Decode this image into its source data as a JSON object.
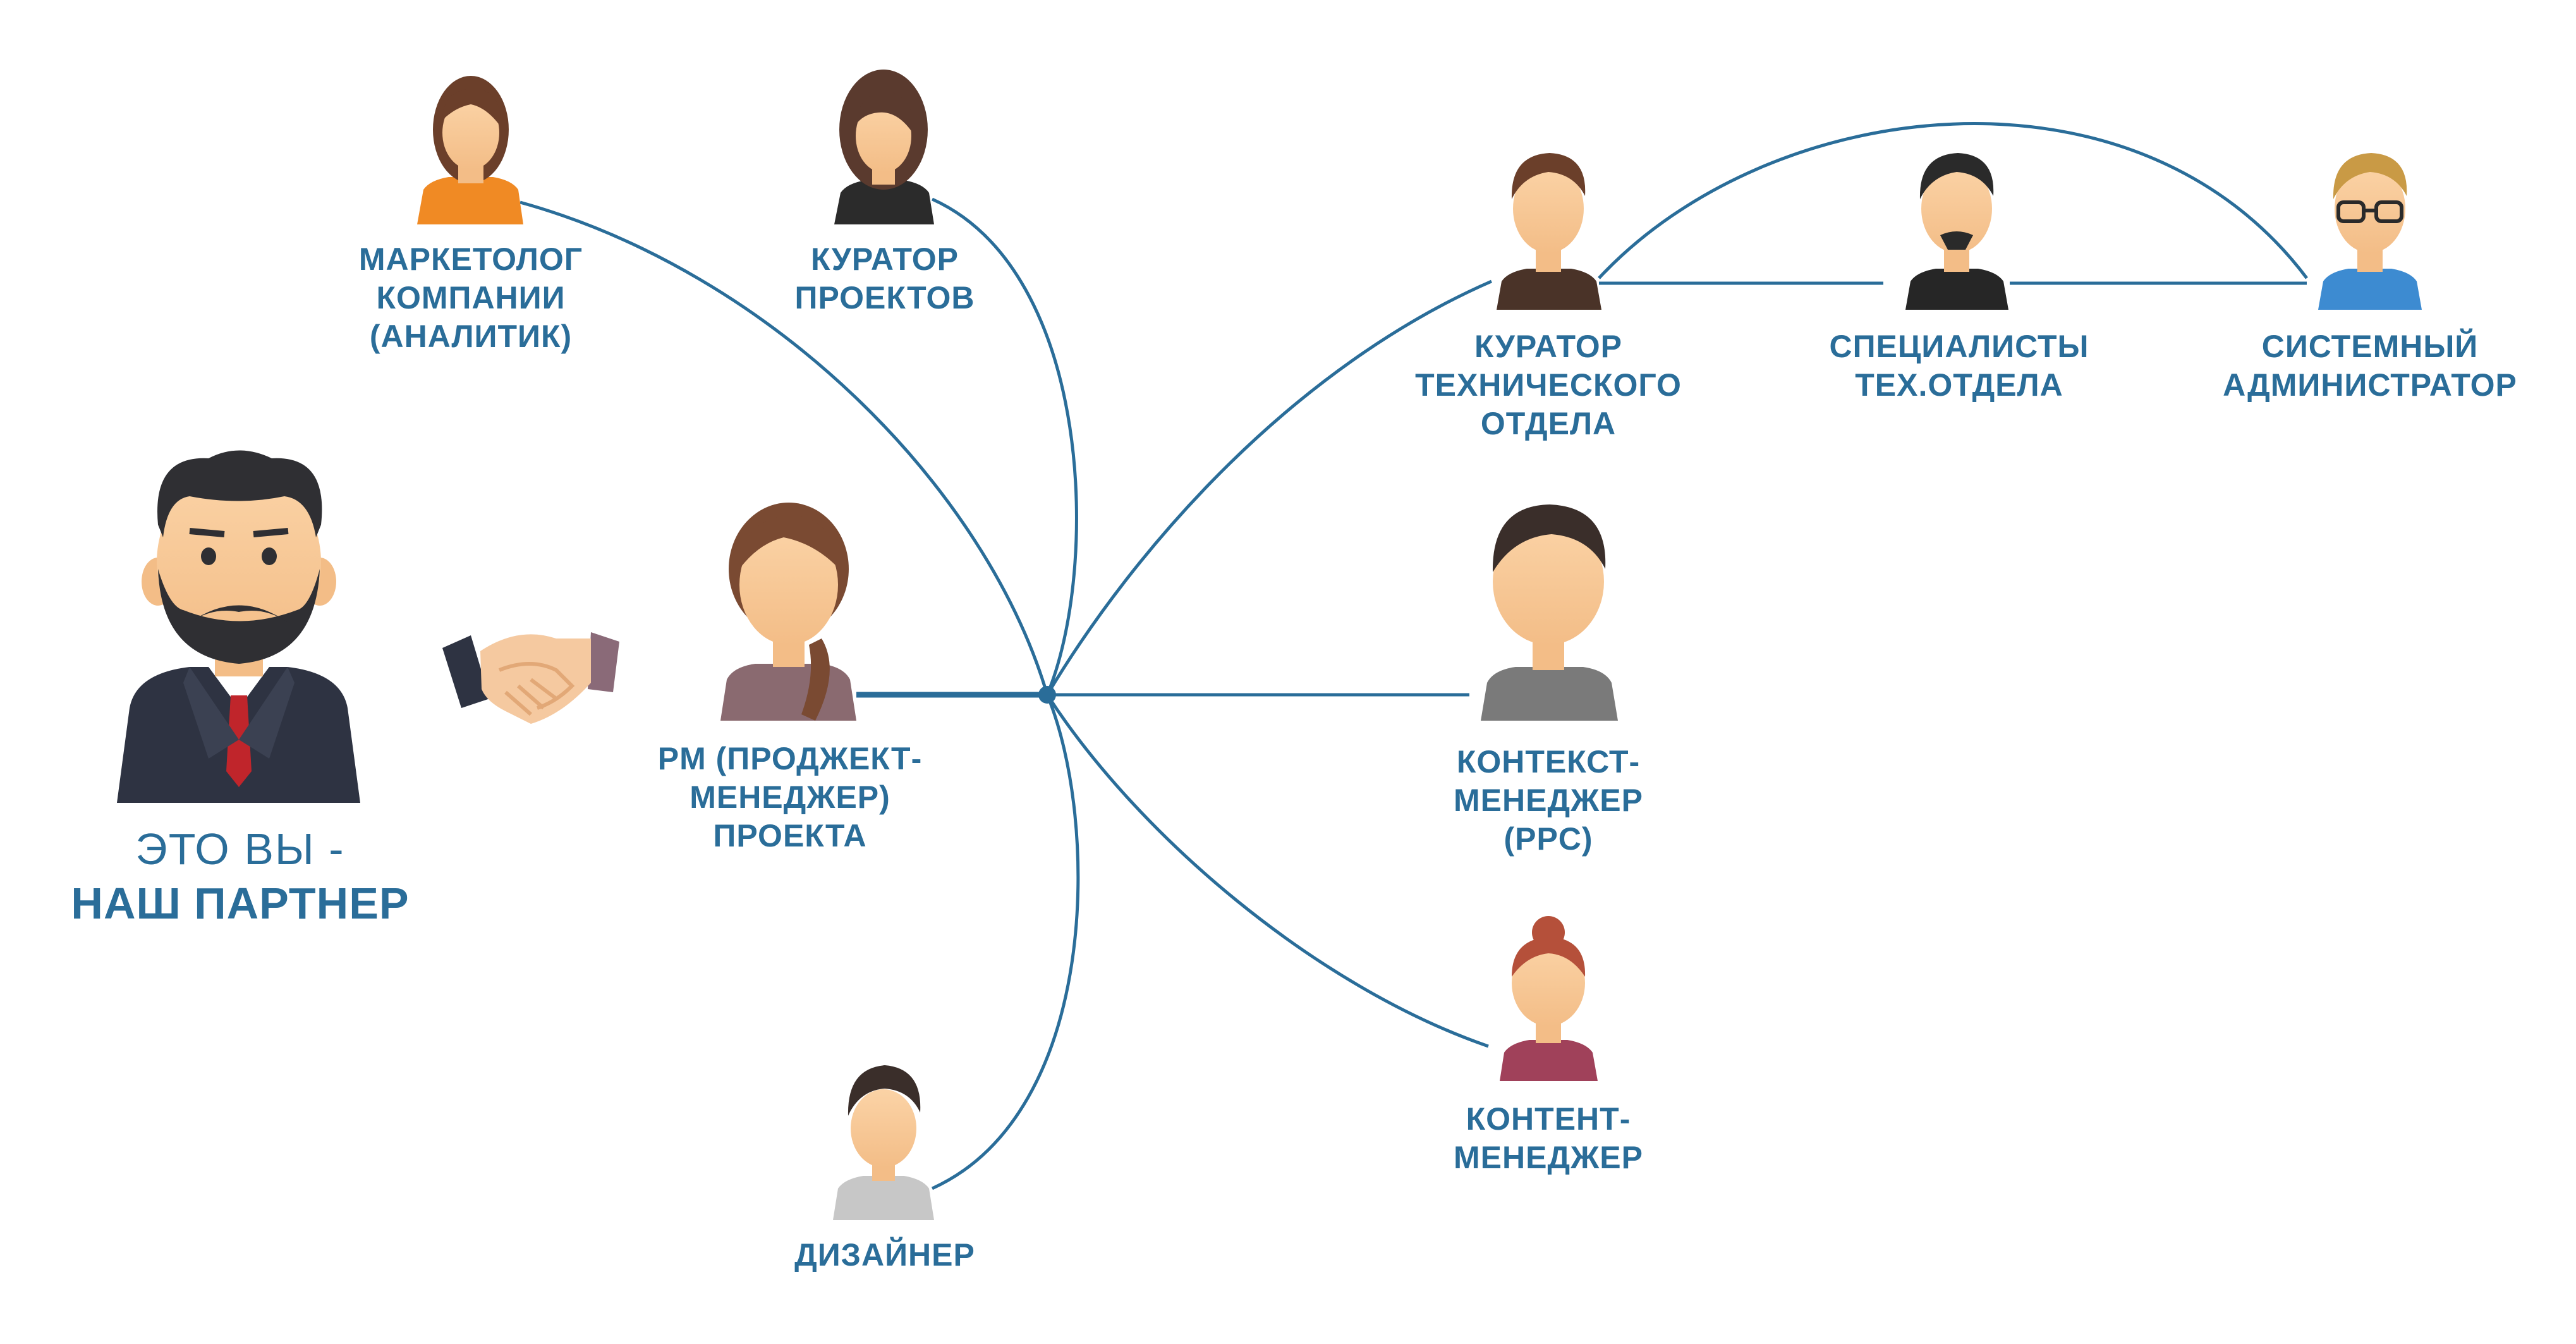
{
  "theme": {
    "line_color": "#2a6d99",
    "text_color": "#2a6d99"
  },
  "partner": {
    "line1": "ЭТО ВЫ -",
    "line2": "НАШ ПАРТНЕР"
  },
  "people": {
    "marketer": {
      "label": "МАРКЕТОЛОГ\nКОМПАНИИ\n(АНАЛИТИК)",
      "icon": "woman-orange-shirt-avatar"
    },
    "curator": {
      "label": "КУРАТОР\nПРОЕКТОВ",
      "icon": "woman-black-top-avatar"
    },
    "pm": {
      "label": "PM (ПРОДЖЕКТ-\nМЕНЕДЖЕР)\nПРОЕКТА",
      "icon": "woman-ponytail-avatar"
    },
    "designer": {
      "label": "ДИЗАЙНЕР",
      "icon": "man-grey-shirt-avatar"
    },
    "tech_curator": {
      "label": "КУРАТОР\nТЕХНИЧЕСКОГО\nОТДЕЛА",
      "icon": "man-brown-shirt-avatar"
    },
    "tech_specialists": {
      "label": "СПЕЦИАЛИСТЫ\nТЕХ.ОТДЕЛА",
      "icon": "man-goatee-avatar"
    },
    "sysadmin": {
      "label": "СИСТЕМНЫЙ\nАДМИНИСТРАТОР",
      "icon": "man-glasses-avatar"
    },
    "ppc": {
      "label": "КОНТЕКСТ-\nМЕНЕДЖЕР\n(PPC)",
      "icon": "man-collar-shirt-avatar"
    },
    "content": {
      "label": "КОНТЕНТ-\nМЕНЕДЖЕР",
      "icon": "woman-bun-avatar"
    }
  },
  "icons": {
    "partner": "businessman-avatar",
    "deal": "handshake-icon",
    "hub": "hub-node"
  }
}
